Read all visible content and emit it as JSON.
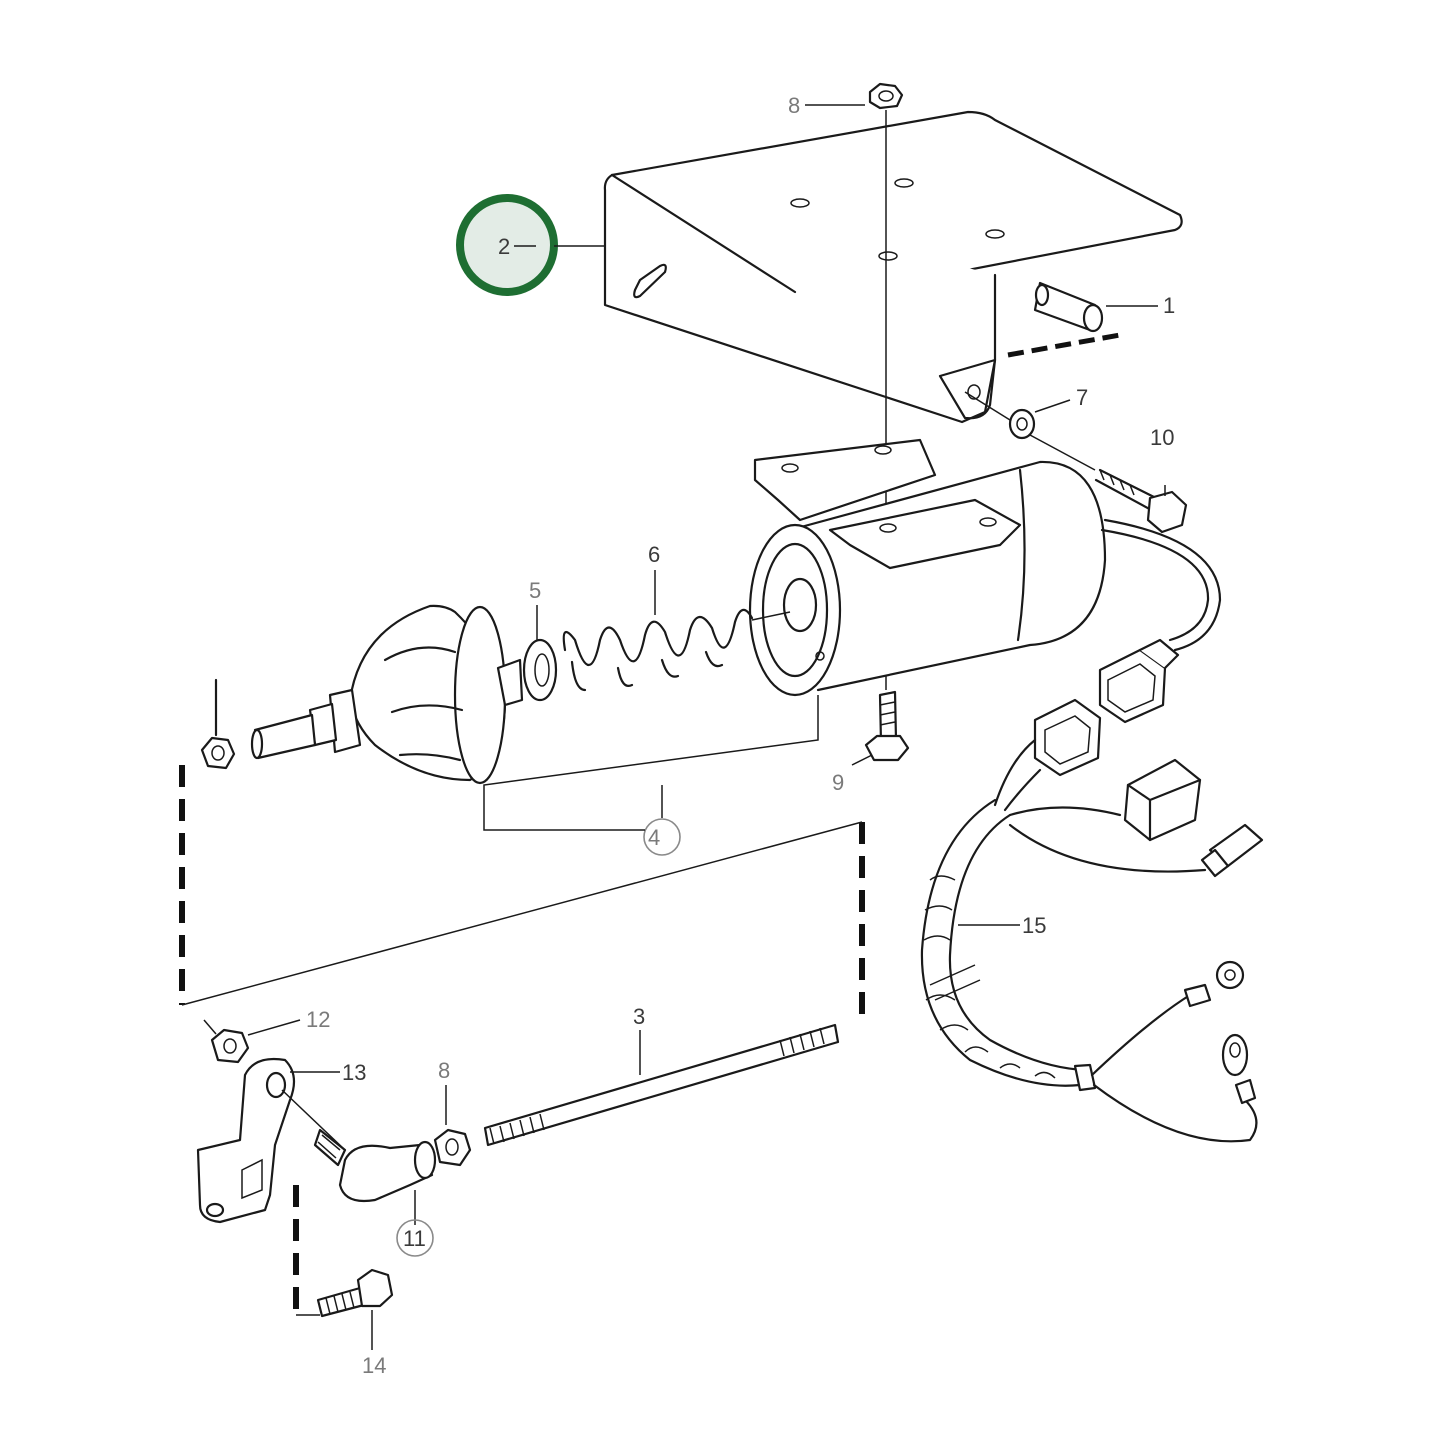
{
  "callouts": {
    "part_1": "1",
    "part_2": "2",
    "part_3": "3",
    "part_4": "4",
    "part_5": "5",
    "part_6": "6",
    "part_7": "7",
    "part_8_top": "8",
    "part_8_bottom": "8",
    "part_9": "9",
    "part_10": "10",
    "part_11": "11",
    "part_12": "12",
    "part_13": "13",
    "part_14": "14",
    "part_15": "15"
  },
  "colors": {
    "highlight_ring": "#1e6e32",
    "highlight_fill": "#e3ece6",
    "line": "#1a1a1a",
    "label": "#3a3a3a",
    "label_light": "#7a7a7a"
  },
  "highlighted_part": "2"
}
